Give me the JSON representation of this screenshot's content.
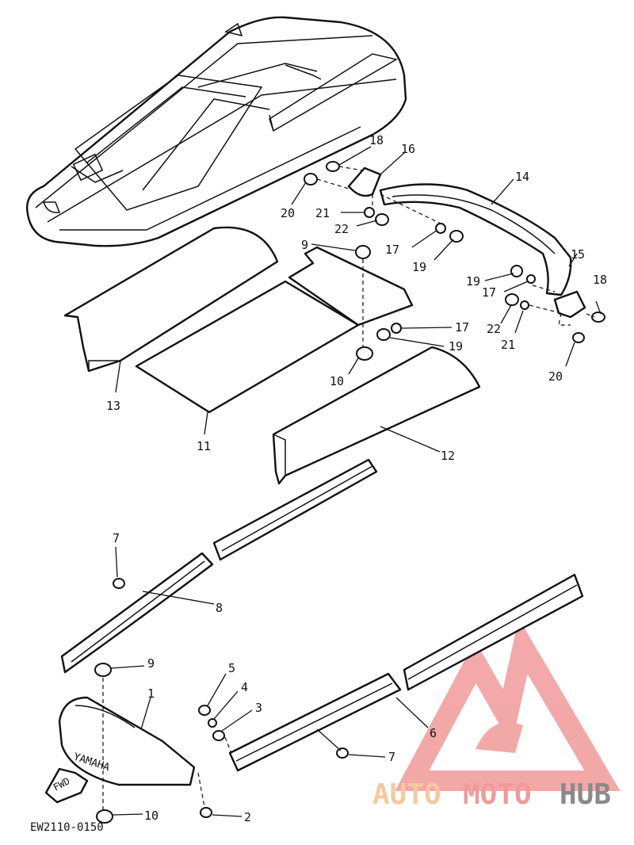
{
  "diagram_code": "EW2110-0150",
  "brand_marks": {
    "hull_logo": "YAMAHA",
    "arrow_label": "FWD"
  },
  "watermark": {
    "auto": "AUTO",
    "moto": "MOTO",
    "hub": "HUB",
    "color_primary": "#f19a9a",
    "color_secondary": "#f5c9a0",
    "color_dark": "#8a8a8a"
  },
  "callouts": [
    {
      "id": "c18a",
      "text": "18"
    },
    {
      "id": "c16",
      "text": "16"
    },
    {
      "id": "c14",
      "text": "14"
    },
    {
      "id": "c20a",
      "text": "20"
    },
    {
      "id": "c21a",
      "text": "21"
    },
    {
      "id": "c22a",
      "text": "22"
    },
    {
      "id": "c9a",
      "text": "9"
    },
    {
      "id": "c17a",
      "text": "17"
    },
    {
      "id": "c19a",
      "text": "19"
    },
    {
      "id": "c15",
      "text": "15"
    },
    {
      "id": "c19b",
      "text": "19"
    },
    {
      "id": "c17b",
      "text": "17"
    },
    {
      "id": "c18b",
      "text": "18"
    },
    {
      "id": "c22b",
      "text": "22"
    },
    {
      "id": "c21b",
      "text": "21"
    },
    {
      "id": "c17c",
      "text": "17"
    },
    {
      "id": "c19c",
      "text": "19"
    },
    {
      "id": "c20b",
      "text": "20"
    },
    {
      "id": "c10a",
      "text": "10"
    },
    {
      "id": "c13",
      "text": "13"
    },
    {
      "id": "c11",
      "text": "11"
    },
    {
      "id": "c12",
      "text": "12"
    },
    {
      "id": "c7a",
      "text": "7"
    },
    {
      "id": "c8",
      "text": "8"
    },
    {
      "id": "c9b",
      "text": "9"
    },
    {
      "id": "c1",
      "text": "1"
    },
    {
      "id": "c5",
      "text": "5"
    },
    {
      "id": "c4",
      "text": "4"
    },
    {
      "id": "c3",
      "text": "3"
    },
    {
      "id": "c6",
      "text": "6"
    },
    {
      "id": "c7b",
      "text": "7"
    },
    {
      "id": "c2",
      "text": "2"
    },
    {
      "id": "c10b",
      "text": "10"
    }
  ]
}
